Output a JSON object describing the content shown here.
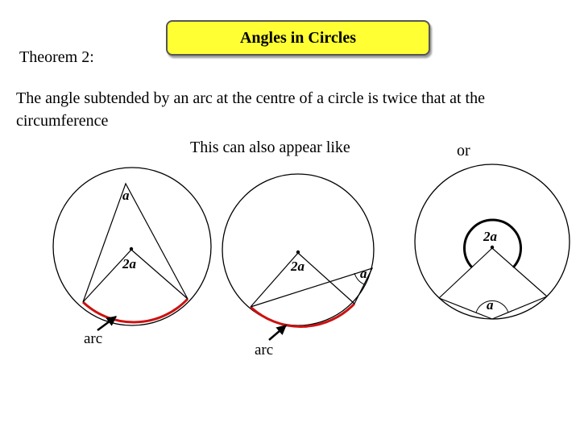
{
  "theorem_label": "Theorem 2:",
  "title": "Angles in Circles",
  "statement": "The angle subtended by an arc at the centre of a circle is twice that at the circumference",
  "also_appear": "This can also appear like",
  "or_label": "or",
  "colors": {
    "title_fill": "#ffff33",
    "arc_highlight": "#cc1111"
  },
  "figures": [
    {
      "circumference_angle": "a",
      "centre_angle": "2a",
      "arc_label": "arc"
    },
    {
      "circumference_angle": "a",
      "centre_angle": "2a",
      "arc_label": "arc"
    },
    {
      "circumference_angle": "a",
      "centre_angle": "2a"
    }
  ]
}
